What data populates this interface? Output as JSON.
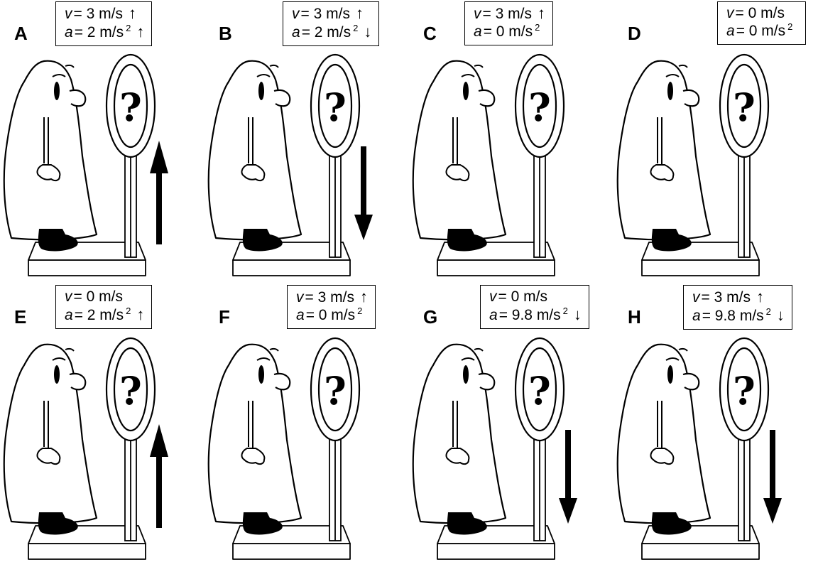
{
  "panels": [
    {
      "letter": "A",
      "v_sym": "v",
      "v_eq": "= 3 m/s",
      "v_dir": "↑",
      "a_sym": "a",
      "a_eq": "= 2 m/s",
      "a_exp": "2",
      "a_dir": "↑",
      "arrow": "up"
    },
    {
      "letter": "B",
      "v_sym": "v",
      "v_eq": "= 3 m/s",
      "v_dir": "↑",
      "a_sym": "a",
      "a_eq": "= 2 m/s",
      "a_exp": "2",
      "a_dir": "↓",
      "arrow": "down"
    },
    {
      "letter": "C",
      "v_sym": "v",
      "v_eq": "= 3 m/s",
      "v_dir": "↑",
      "a_sym": "a",
      "a_eq": "= 0 m/s",
      "a_exp": "2",
      "a_dir": "",
      "arrow": "none"
    },
    {
      "letter": "D",
      "v_sym": "v",
      "v_eq": "= 0 m/s",
      "v_dir": "",
      "a_sym": "a",
      "a_eq": "= 0 m/s",
      "a_exp": "2",
      "a_dir": "",
      "arrow": "none"
    },
    {
      "letter": "E",
      "v_sym": "v",
      "v_eq": "= 0 m/s",
      "v_dir": "",
      "a_sym": "a",
      "a_eq": "= 2 m/s",
      "a_exp": "2",
      "a_dir": "↑",
      "arrow": "up"
    },
    {
      "letter": "F",
      "v_sym": "v",
      "v_eq": "= 3 m/s",
      "v_dir": "↑",
      "a_sym": "a",
      "a_eq": "= 0 m/s",
      "a_exp": "2",
      "a_dir": "",
      "arrow": "none"
    },
    {
      "letter": "G",
      "v_sym": "v",
      "v_eq": "= 0 m/s",
      "v_dir": "",
      "a_sym": "a",
      "a_eq": "= 9.8 m/s",
      "a_exp": "2",
      "a_dir": "↓",
      "arrow": "down"
    },
    {
      "letter": "H",
      "v_sym": "v",
      "v_eq": "= 3 m/s",
      "v_dir": "↑",
      "a_sym": "a",
      "a_eq": "= 9.8 m/s",
      "a_exp": "2",
      "a_dir": "↓",
      "arrow": "down"
    }
  ],
  "scale_dial_symbol": "?",
  "icons": {
    "person": "person-figure-icon",
    "scale": "bathroom-scale-icon",
    "arrow": "acceleration-arrow-icon"
  },
  "colors": {
    "ink": "#000000",
    "paper": "#ffffff"
  }
}
